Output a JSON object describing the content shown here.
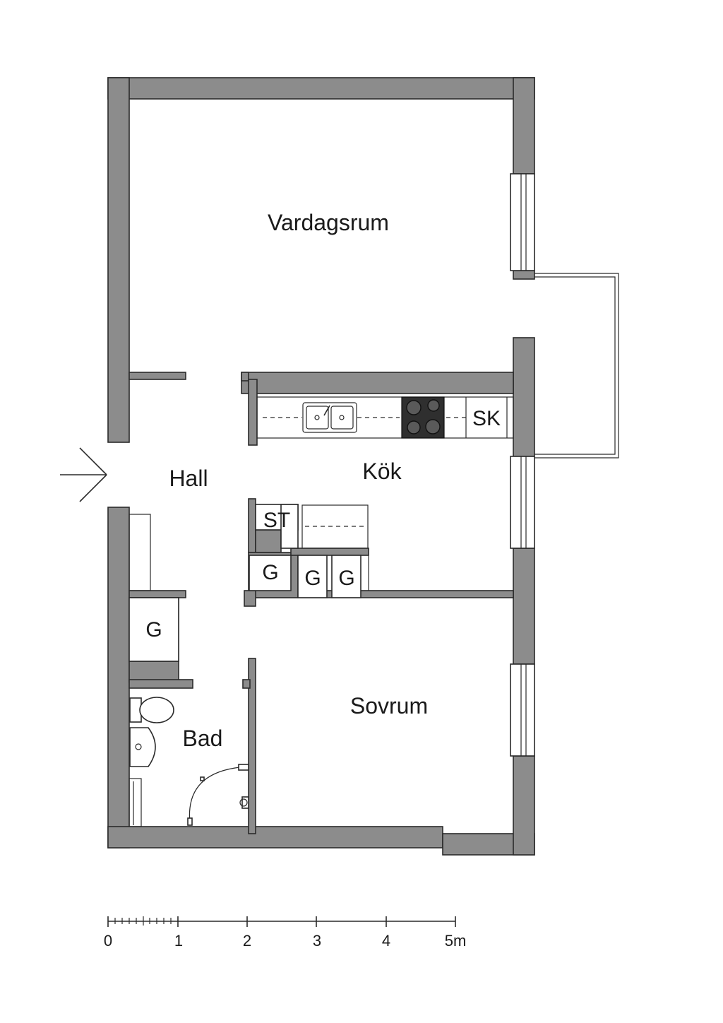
{
  "rooms": {
    "living": "Vardagsrum",
    "hall": "Hall",
    "kitchen": "Kök",
    "bedroom": "Sovrum",
    "bath": "Bad"
  },
  "fixtures": {
    "refrigerator": "SK",
    "storage": "ST",
    "wardrobe_kitchen_1": "G",
    "wardrobe_kitchen_2": "G",
    "wardrobe_kitchen_3": "G",
    "wardrobe_hall": "G"
  },
  "scale": {
    "ticks": [
      "0",
      "1",
      "2",
      "3",
      "4",
      "5m"
    ]
  },
  "colors": {
    "wall_fill": "#8c8c8c",
    "line": "#2a2a2a"
  }
}
